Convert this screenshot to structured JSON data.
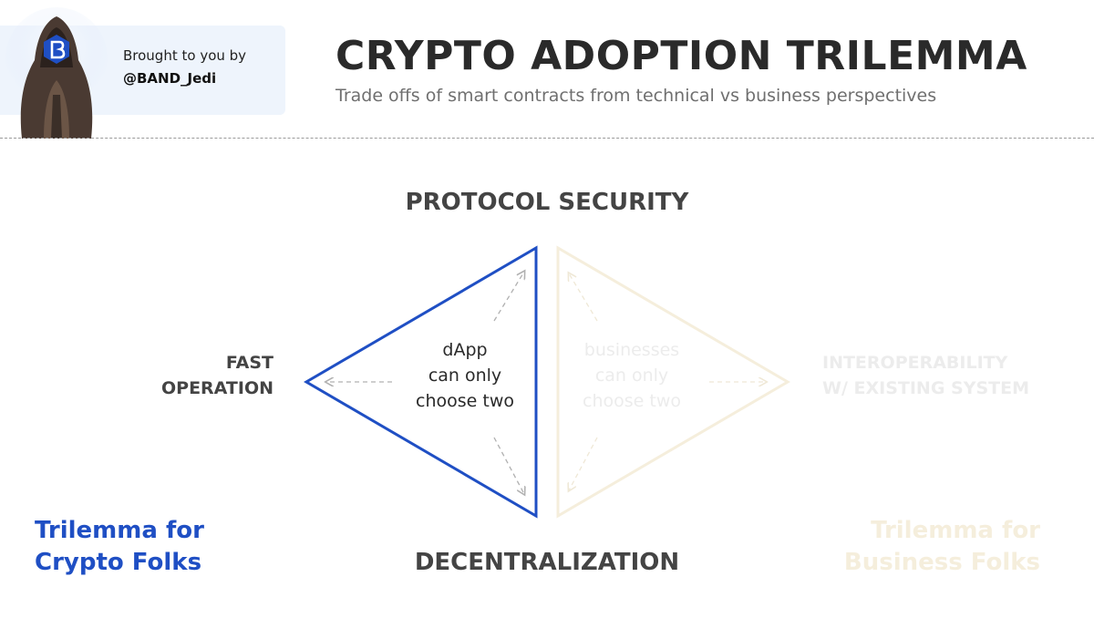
{
  "credit": {
    "line1": "Brought to you by",
    "line2": "@BAND_Jedi"
  },
  "header": {
    "title": "CRYPTO ADOPTION TRILEMMA",
    "subtitle": "Trade offs of smart contracts from technical vs business perspectives"
  },
  "diagram": {
    "top_label": "PROTOCOL SECURITY",
    "bottom_label": "DECENTRALIZATION",
    "left_label_line1": "FAST",
    "left_label_line2": "OPERATION",
    "right_label_line1": "INTEROPERABILITY",
    "right_label_line2": "W/ EXISTING SYSTEM",
    "left_center_line1": "dApp",
    "left_center_line2": "can only",
    "left_center_line3": "choose two",
    "right_center_line1": "businesses",
    "right_center_line2": "can only",
    "right_center_line3": "choose two",
    "left_caption_line1": "Trilemma for",
    "left_caption_line2": "Crypto Folks",
    "right_caption_line1": "Trilemma for",
    "right_caption_line2": "Business Folks"
  },
  "colors": {
    "accent_blue": "#1f4fc4",
    "faded_beige": "#f5eedc",
    "title_dark": "#2a2a2a",
    "subtitle_gray": "#6f6f6f"
  },
  "icons": {
    "avatar": "jedi-avatar-icon"
  }
}
